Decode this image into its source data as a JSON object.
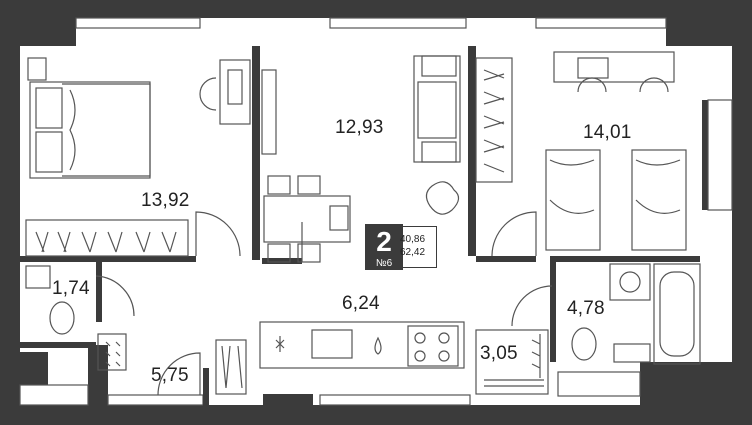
{
  "rooms": [
    {
      "id": "bedroom",
      "area": "13,92"
    },
    {
      "id": "living",
      "area": "12,93"
    },
    {
      "id": "kids",
      "area": "14,01"
    },
    {
      "id": "bath1",
      "area": "1,74"
    },
    {
      "id": "kitchen",
      "area": "6,24"
    },
    {
      "id": "bath2",
      "area": "4,78"
    },
    {
      "id": "hall",
      "area": "5,75"
    },
    {
      "id": "closet",
      "area": "3,05"
    }
  ],
  "summary": {
    "rooms_count": "2",
    "apartment_no": "№6",
    "living_area": "40,86",
    "total_area": "62,42"
  },
  "colors": {
    "wall": "#3b3b3b",
    "line": "#555555",
    "fill": "#ffffff"
  }
}
